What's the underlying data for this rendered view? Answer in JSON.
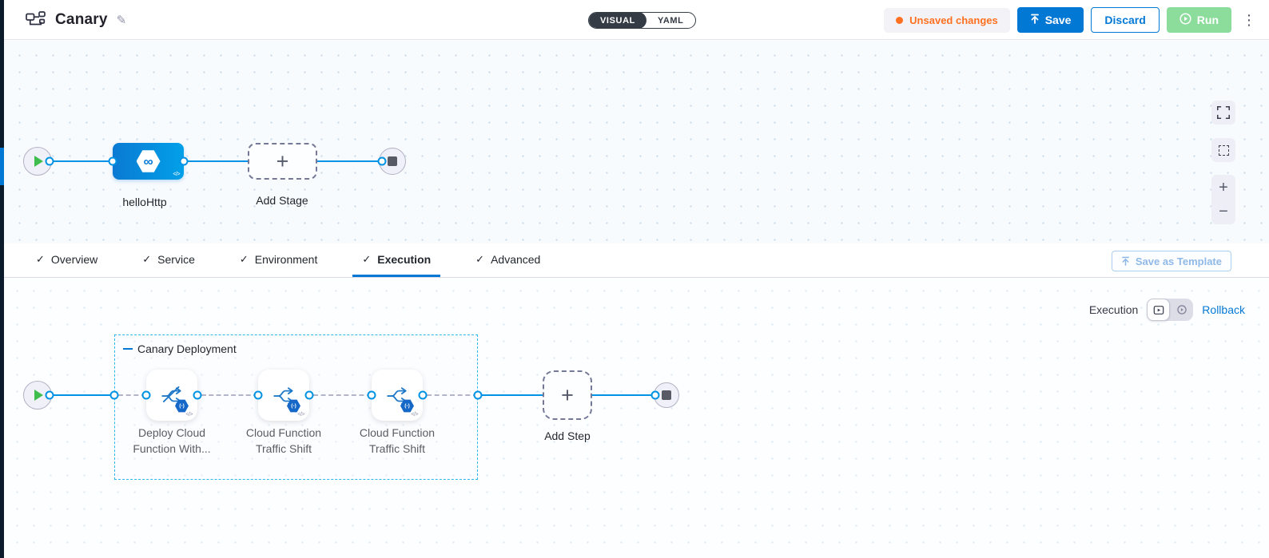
{
  "header": {
    "title": "Canary",
    "mode_visual": "VISUAL",
    "mode_yaml": "YAML",
    "unsaved_changes": "Unsaved changes",
    "save": "Save",
    "discard": "Discard",
    "run": "Run"
  },
  "stage_pipeline": {
    "stage_name": "helloHttp",
    "add_stage": "Add Stage"
  },
  "tabs": [
    {
      "label": "Overview"
    },
    {
      "label": "Service"
    },
    {
      "label": "Environment"
    },
    {
      "label": "Execution"
    },
    {
      "label": "Advanced"
    }
  ],
  "save_as_template": "Save as Template",
  "execution": {
    "mode_label": "Execution",
    "rollback_label": "Rollback",
    "group_title": "Canary Deployment",
    "steps": [
      {
        "line1": "Deploy Cloud",
        "line2": "Function With..."
      },
      {
        "line1": "Cloud Function",
        "line2": "Traffic Shift"
      },
      {
        "line1": "Cloud Function",
        "line2": "Traffic Shift"
      }
    ],
    "add_step": "Add Step"
  },
  "icons": {
    "kebab": "⋮",
    "pencil": "✎",
    "check": "✓",
    "plus": "+",
    "infinity": "∞",
    "code": "</>",
    "function_badge": "(-)",
    "zoom_in": "+",
    "zoom_out": "−"
  },
  "colors": {
    "accent_blue": "#0278D5",
    "flow_blue": "#0092E4",
    "unsaved_orange": "#FF7020",
    "run_green": "#8CDC9C",
    "canary_border": "#2BB8E9"
  }
}
